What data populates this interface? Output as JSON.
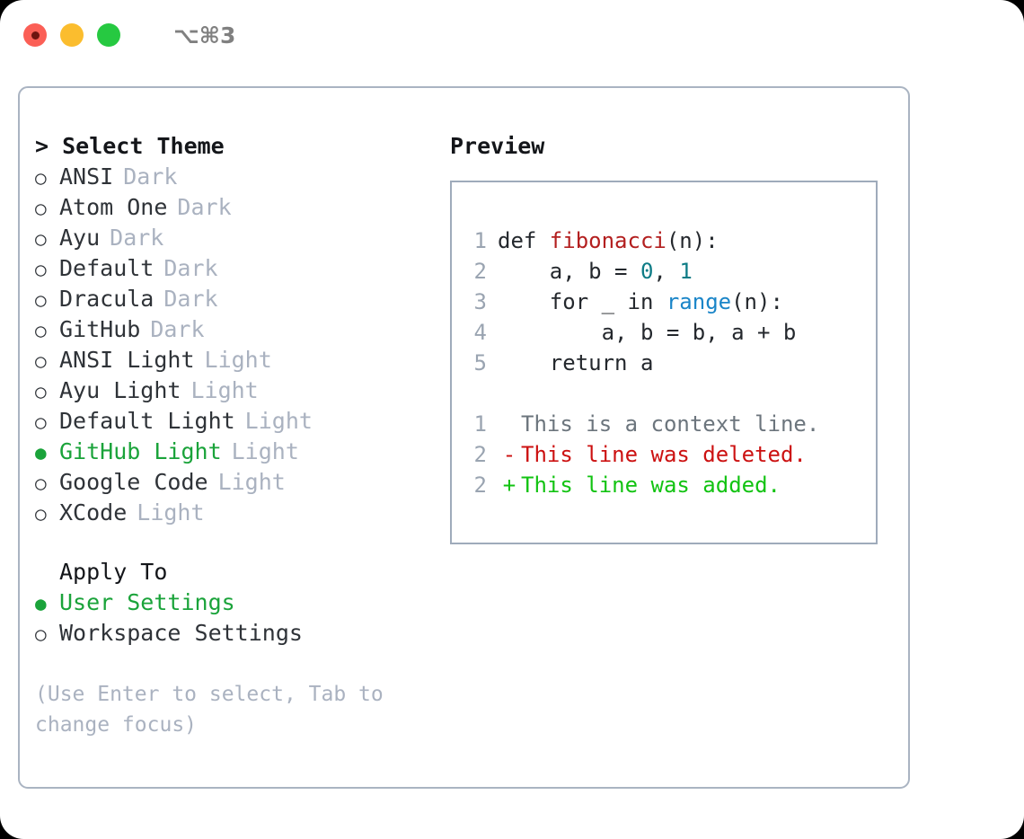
{
  "titlebar": {
    "shortcut": "⌥⌘3",
    "buttons": [
      "close",
      "minimize",
      "maximize"
    ]
  },
  "left": {
    "header": "> Select Theme",
    "themes": [
      {
        "marker": "○",
        "name": "ANSI",
        "variant": "Dark",
        "selected": false
      },
      {
        "marker": "○",
        "name": "Atom One",
        "variant": "Dark",
        "selected": false
      },
      {
        "marker": "○",
        "name": "Ayu",
        "variant": "Dark",
        "selected": false
      },
      {
        "marker": "○",
        "name": "Default",
        "variant": "Dark",
        "selected": false
      },
      {
        "marker": "○",
        "name": "Dracula",
        "variant": "Dark",
        "selected": false
      },
      {
        "marker": "○",
        "name": "GitHub",
        "variant": "Dark",
        "selected": false
      },
      {
        "marker": "○",
        "name": "ANSI Light",
        "variant": "Light",
        "selected": false
      },
      {
        "marker": "○",
        "name": "Ayu Light",
        "variant": "Light",
        "selected": false
      },
      {
        "marker": "○",
        "name": "Default Light",
        "variant": "Light",
        "selected": false
      },
      {
        "marker": "●",
        "name": "GitHub Light",
        "variant": "Light",
        "selected": true
      },
      {
        "marker": "○",
        "name": "Google Code",
        "variant": "Light",
        "selected": false
      },
      {
        "marker": "○",
        "name": "XCode",
        "variant": "Light",
        "selected": false
      }
    ],
    "apply_to": {
      "header": "Apply To",
      "options": [
        {
          "marker": "●",
          "name": "User Settings",
          "selected": true
        },
        {
          "marker": "○",
          "name": "Workspace Settings",
          "selected": false
        }
      ]
    },
    "hint": "(Use Enter to select, Tab to change focus)"
  },
  "right": {
    "title": "Preview",
    "code_lines": [
      {
        "no": "1",
        "indent": "",
        "parts": [
          {
            "t": "def ",
            "c": "plain"
          },
          {
            "t": "fibonacci",
            "c": "fn"
          },
          {
            "t": "(n):",
            "c": "plain"
          }
        ]
      },
      {
        "no": "2",
        "indent": "    ",
        "parts": [
          {
            "t": "a, b = ",
            "c": "plain"
          },
          {
            "t": "0",
            "c": "num"
          },
          {
            "t": ", ",
            "c": "plain"
          },
          {
            "t": "1",
            "c": "num"
          }
        ]
      },
      {
        "no": "3",
        "indent": "    ",
        "parts": [
          {
            "t": "for _ in ",
            "c": "plain"
          },
          {
            "t": "range",
            "c": "call"
          },
          {
            "t": "(n):",
            "c": "plain"
          }
        ]
      },
      {
        "no": "4",
        "indent": "        ",
        "parts": [
          {
            "t": "a, b = b, a + b",
            "c": "plain"
          }
        ]
      },
      {
        "no": "5",
        "indent": "    ",
        "parts": [
          {
            "t": "return a",
            "c": "plain"
          }
        ]
      }
    ],
    "diff_lines": [
      {
        "no": "1",
        "mark": " ",
        "text": "This is a context line.",
        "kind": "context"
      },
      {
        "no": "2",
        "mark": "-",
        "text": "This line was deleted.",
        "kind": "deleted"
      },
      {
        "no": "2",
        "mark": "+",
        "text": "This line was added.",
        "kind": "added"
      }
    ]
  },
  "colors": {
    "accent_green": "#1aa33a",
    "diff_add": "#12c312",
    "diff_del": "#cc1111",
    "muted": "#aab2c0",
    "border": "#aab4c2",
    "fn": "#b31f1f",
    "num": "#0e7c86",
    "call": "#1a85c8"
  }
}
